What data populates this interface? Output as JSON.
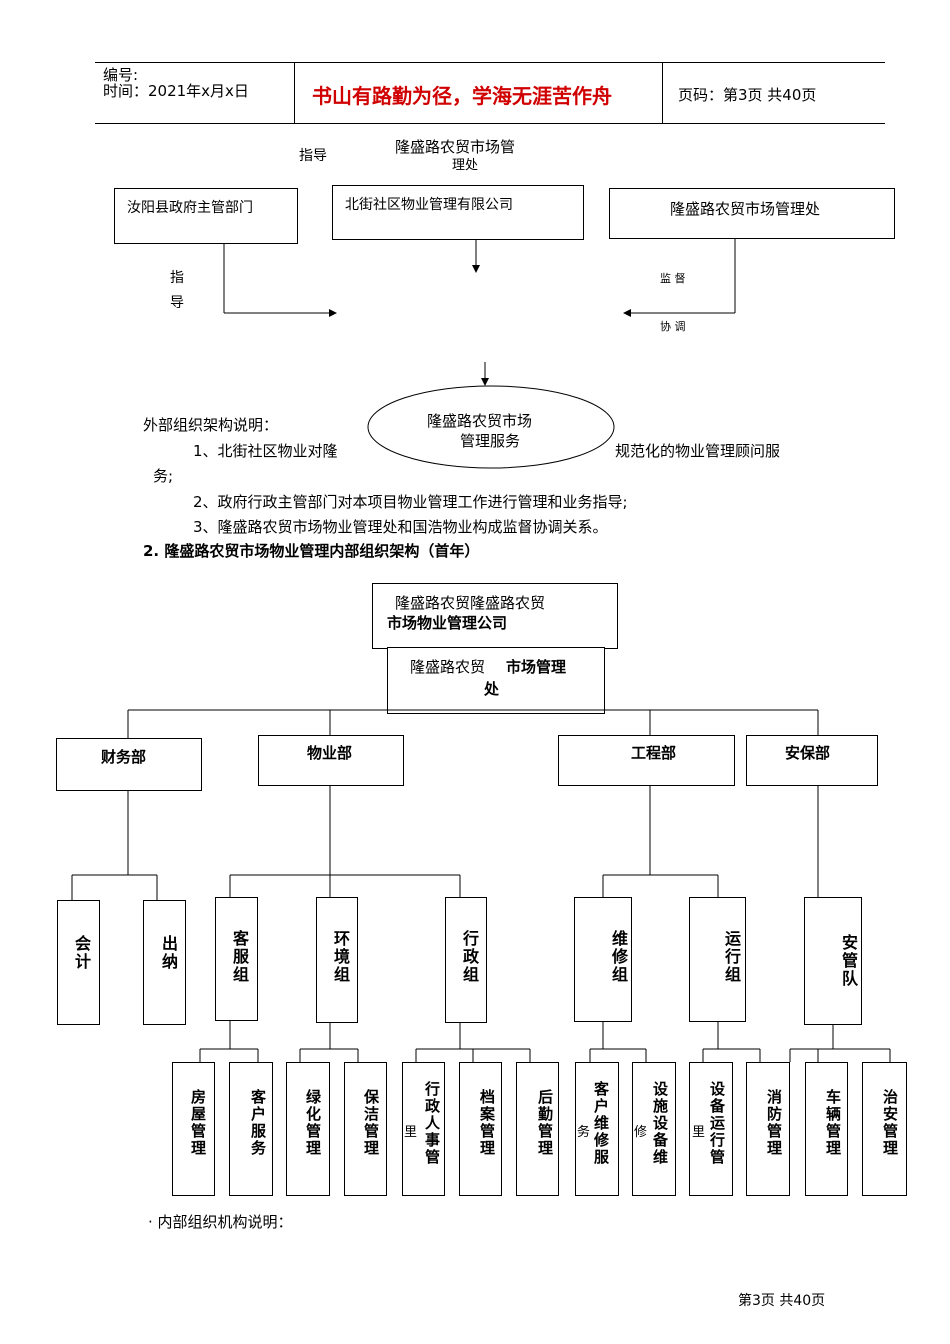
{
  "header": {
    "number_label": "编号:",
    "time_label": "时间：2021年x月x日",
    "motto": "书山有路勤为径，学海无涯苦作舟",
    "page_label": "页码：第3页 共40页"
  },
  "external_chart": {
    "top_left_label": "指导",
    "top_title_line1": "隆盛路农贸市场管",
    "top_title_line2": "理处",
    "box_gov": "汝阳县政府主管部门",
    "box_company": "北街社区物业管理有限公司",
    "box_market": "隆盛路农贸市场管理处",
    "guide_v1": "指",
    "guide_v2": "导",
    "supervise": "监 督",
    "coordinate": "协 调",
    "ellipse_line1": "隆盛路农贸市场",
    "ellipse_line2": "管理服务"
  },
  "external_notes": {
    "title": "外部组织架构说明：",
    "item1_a": "1、北街社区物业对隆",
    "item1_b": "规范化的物业管理顾问服",
    "item1_c": "务;",
    "item2": "2、政府行政主管部门对本项目物业管理工作进行管理和业务指导;",
    "item3": "3、隆盛路农贸市场物业管理处和国浩物业构成监督协调关系。"
  },
  "section2_title": "2. 隆盛路农贸市场物业管理内部组织架构（首年）",
  "internal_chart": {
    "top_line1": "隆盛路农贸隆盛路农贸",
    "top_line2": "市场物业管理公司",
    "office_a": "隆盛路农贸",
    "office_b": "市场管理",
    "office_c": "处",
    "dept_finance": "财务部",
    "dept_property": "物业部",
    "dept_engineering": "工程部",
    "dept_security": "安保部",
    "sub_accounting": "会计",
    "sub_cashier": "出纳",
    "grp_customer": "客服组",
    "grp_environment": "环境组",
    "grp_admin": "行政组",
    "grp_repair": "维修组",
    "grp_operation": "运行组",
    "grp_security": "安管队",
    "leaf_house": "房屋管理",
    "leaf_cust_service": "客户服务",
    "leaf_green": "绿化管理",
    "leaf_clean": "保洁管理",
    "leaf_hr": "行政人事管",
    "leaf_hr_side": "里",
    "leaf_archive": "档案管理",
    "leaf_logistics": "后勤管理",
    "leaf_cust_repair": "客户维修服",
    "leaf_cust_repair_side": "务",
    "leaf_facility": "设施设备维",
    "leaf_facility_side": "修",
    "leaf_equip": "设备运行管",
    "leaf_equip_side": "里",
    "leaf_fire": "消防管理",
    "leaf_vehicle": "车辆管理",
    "leaf_public": "治安管理"
  },
  "internal_notes_title": "· 内部组织机构说明：",
  "footer": "第3页 共40页"
}
